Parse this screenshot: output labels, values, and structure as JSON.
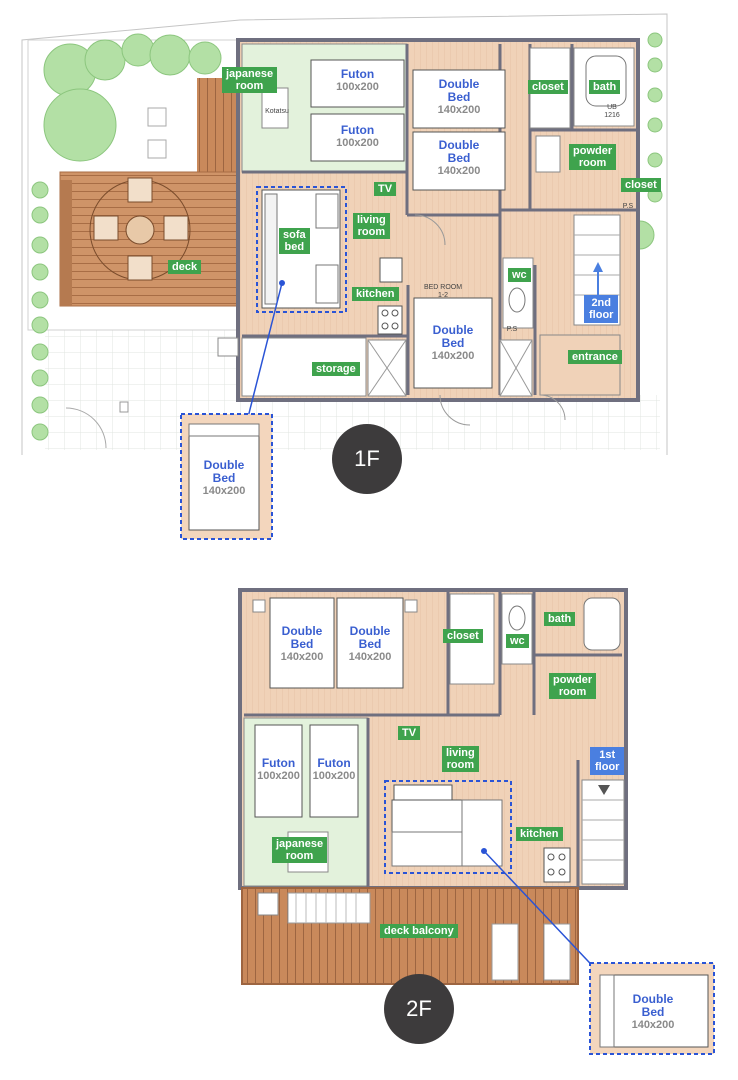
{
  "floors": {
    "first": {
      "badge": "1F",
      "labels": {
        "japanese_room": "japanese\nroom",
        "deck": "deck",
        "sofa_bed": "sofa\nbed",
        "tv": "TV",
        "living_room": "living\nroom",
        "kitchen": "kitchen",
        "storage": "storage",
        "closet_top": "closet",
        "bath": "bath",
        "powder_room": "powder\nroom",
        "closet_side": "closet",
        "wc": "wc",
        "entrance": "entrance",
        "to_2nd_floor": "2nd\nfloor"
      },
      "beds": {
        "futon_a": {
          "title": "Futon",
          "size": "100x200"
        },
        "futon_b": {
          "title": "Futon",
          "size": "100x200"
        },
        "double_a": {
          "title": "Double\nBed",
          "size": "140x200"
        },
        "double_b": {
          "title": "Double\nBed",
          "size": "140x200"
        },
        "double_c": {
          "title": "Double\nBed",
          "size": "140x200"
        },
        "sofa_bed_open": {
          "title": "Double\nBed",
          "size": "140x200"
        }
      },
      "small_text": {
        "kotatsu": "Kotatsu",
        "ub": "UB\n1216",
        "ps_top": "P.S",
        "ps_mid": "P.S",
        "bedroom": "BED ROOM\n1-2"
      }
    },
    "second": {
      "badge": "2F",
      "labels": {
        "closet": "closet",
        "wc": "wc",
        "bath": "bath",
        "powder_room": "powder\nroom",
        "tv": "TV",
        "living_room": "living\nroom",
        "to_1st_floor": "1st\nfloor",
        "kitchen": "kitchen",
        "japanese_room": "japanese\nroom",
        "deck_balcony": "deck balcony"
      },
      "beds": {
        "double_a": {
          "title": "Double\nBed",
          "size": "140x200"
        },
        "double_b": {
          "title": "Double\nBed",
          "size": "140x200"
        },
        "futon_a": {
          "title": "Futon",
          "size": "100x200"
        },
        "futon_b": {
          "title": "Futon",
          "size": "100x200"
        },
        "sofa_bed_open": {
          "title": "Double\nBed",
          "size": "140x200"
        }
      }
    }
  },
  "colors": {
    "label_green": "#3fa34d",
    "label_blue": "#4a7fe0",
    "wood_floor": "#f0d2b8",
    "tatami": "#e3f2dc",
    "deck_wood": "#c88a5e",
    "wall": "#6f6f7f",
    "tree": "#a8dc9a",
    "badge": "#3d3b3c"
  }
}
